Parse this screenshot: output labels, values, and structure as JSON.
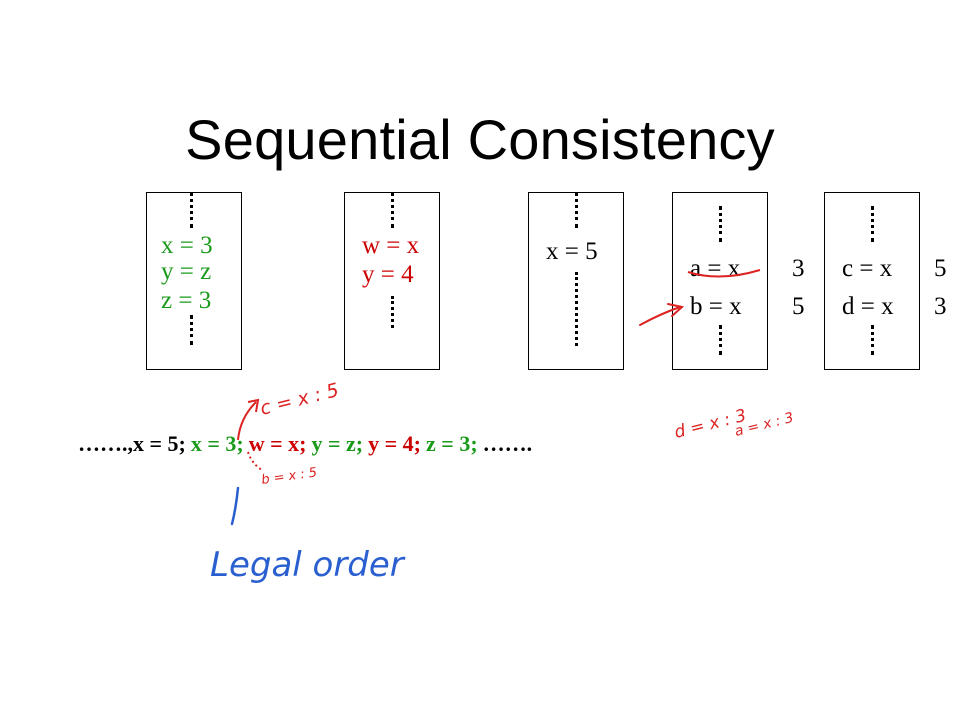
{
  "title": "Sequential Consistency",
  "colors": {
    "green": "#1a9a1a",
    "red": "#cc0000",
    "ink_blue": "#2a5fd0",
    "ink_red": "#dd2222"
  },
  "processors": [
    {
      "stmts": [
        "x = 3",
        "y = z",
        "z = 3"
      ]
    },
    {
      "stmts": [
        "w = x",
        "y = 4"
      ]
    },
    {
      "stmts": [
        "x = 5"
      ]
    },
    {
      "stmts": [
        "a = x",
        "b = x"
      ],
      "values": [
        "3",
        "5"
      ]
    },
    {
      "stmts": [
        "c = x",
        "d = x"
      ],
      "values": [
        "5",
        "3"
      ]
    }
  ],
  "sequence": [
    {
      "text": "…….,x = 5;",
      "color": "black"
    },
    {
      "text": "x = 3;",
      "color": "green"
    },
    {
      "text": "w = x;",
      "color": "red"
    },
    {
      "text": "y = z;",
      "color": "green"
    },
    {
      "text": "y = 4;",
      "color": "red"
    },
    {
      "text": "z = 3;",
      "color": "green"
    },
    {
      "text": "…….",
      "color": "black"
    }
  ],
  "handwriting": {
    "c_note": "c = x : 5",
    "b_note": "b = x : 5",
    "d_note": "d = x : 3",
    "a_note": "a = x : 3",
    "legal": "Legal order"
  }
}
